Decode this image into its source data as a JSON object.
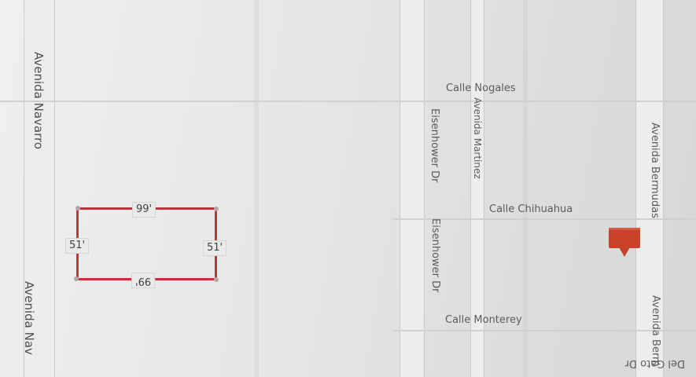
{
  "streets": {
    "avenida_navarro": "Avenida Navarro",
    "avenida_navarro_cut": "Avenida Nav",
    "calle_nogales": "Calle Nogales",
    "avenida_martinez": "Avenida Martinez",
    "eisenhower_dr": "Eisenhower Dr",
    "calle_chihuahua": "Calle Chihuahua",
    "avenida_bermudas": "Avenida Bermudas",
    "avenida_bermudas_cut": "Avenida Berm",
    "calle_monterey": "Calle Monterey",
    "del_gato_dr": "Del Gato Dr"
  },
  "lot": {
    "top_width": "99'",
    "bottom_width": "99'",
    "left_depth": "51'",
    "right_depth": "51'"
  },
  "colors": {
    "lot_outline": "#c8313b",
    "marker": "#c9432a"
  },
  "marker_icon": "map-pin-icon"
}
